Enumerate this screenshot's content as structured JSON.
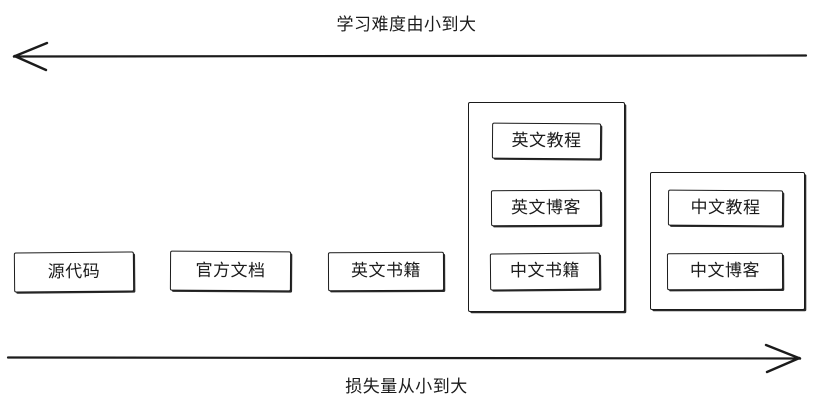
{
  "diagram": {
    "title_top": "学习难度由小到大",
    "title_bottom": "损失量从小到大",
    "axes": [
      {
        "name": "top-axis",
        "label": "学习难度由小到大",
        "direction": "left",
        "arrow": "arrow-left-icon"
      },
      {
        "name": "bottom-axis",
        "label": "损失量从小到大",
        "direction": "right",
        "arrow": "arrow-right-icon"
      }
    ],
    "nodes": [
      {
        "id": "source-code",
        "label": "源代码"
      },
      {
        "id": "official-docs",
        "label": "官方文档"
      },
      {
        "id": "english-books",
        "label": "英文书籍"
      }
    ],
    "groups": [
      {
        "id": "group-english-mixed",
        "items": [
          {
            "id": "english-tutorials",
            "label": "英文教程"
          },
          {
            "id": "english-blogs",
            "label": "英文博客"
          },
          {
            "id": "chinese-books",
            "label": "中文书籍"
          }
        ]
      },
      {
        "id": "group-chinese",
        "items": [
          {
            "id": "chinese-tutorials",
            "label": "中文教程"
          },
          {
            "id": "chinese-blogs",
            "label": "中文博客"
          }
        ]
      }
    ],
    "colors": {
      "stroke": "#1b1b1b",
      "background": "#ffffff",
      "text": "#1b1b1b"
    }
  }
}
